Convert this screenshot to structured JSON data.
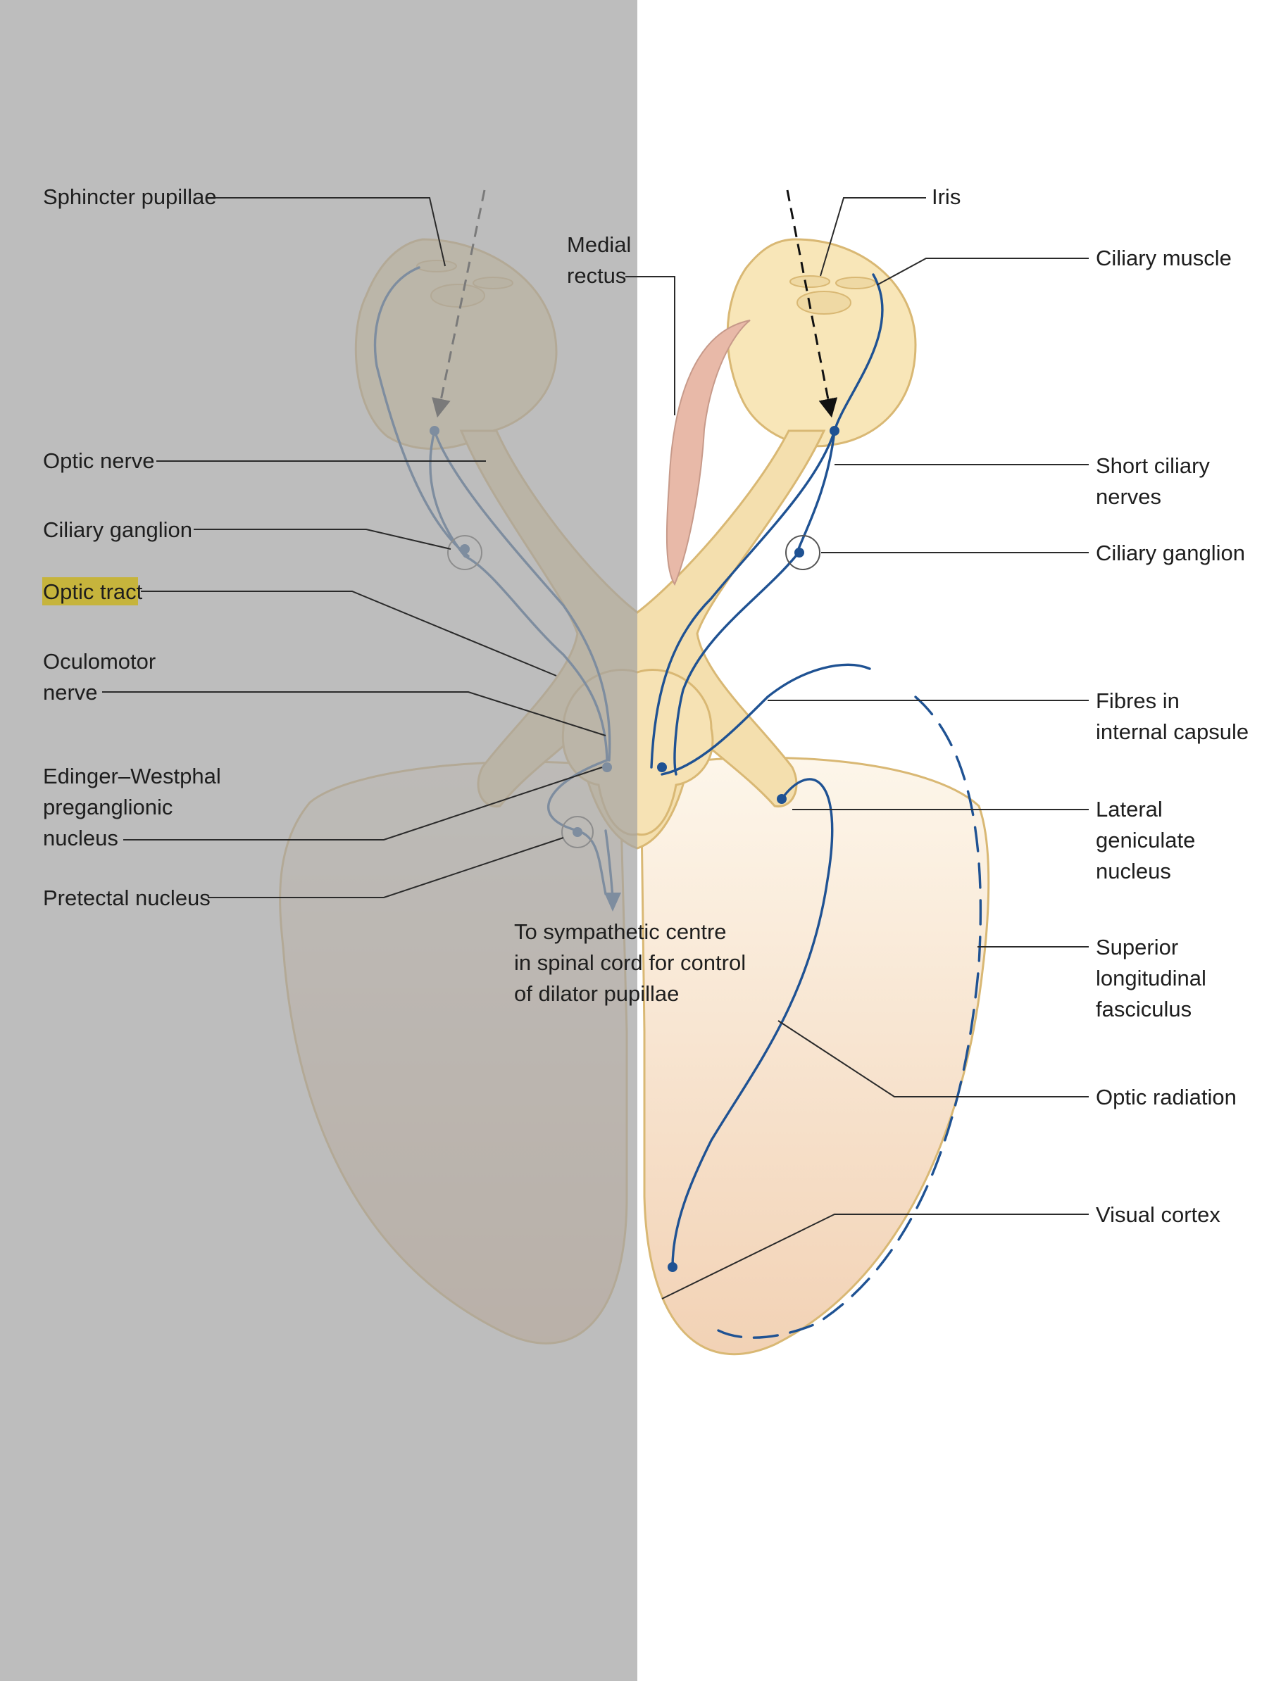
{
  "labels": {
    "sphincter_pupillae": "Sphincter pupillae",
    "medial_rectus_1": "Medial",
    "medial_rectus_2": "rectus",
    "iris": "Iris",
    "ciliary_muscle": "Ciliary muscle",
    "optic_nerve": "Optic nerve",
    "short_ciliary_nerves_1": "Short ciliary",
    "short_ciliary_nerves_2": "nerves",
    "ciliary_ganglion_left": "Ciliary ganglion",
    "ciliary_ganglion_right": "Ciliary ganglion",
    "optic_tract": "Optic tract",
    "oculomotor_nerve_1": "Oculomotor",
    "oculomotor_nerve_2": "nerve",
    "fibres_internal_capsule_1": "Fibres in",
    "fibres_internal_capsule_2": "internal capsule",
    "edinger_westphal_1": "Edinger–Westphal",
    "edinger_westphal_2": "preganglionic",
    "edinger_westphal_3": "nucleus",
    "lateral_geniculate_1": "Lateral",
    "lateral_geniculate_2": "geniculate",
    "lateral_geniculate_3": "nucleus",
    "pretectal_nucleus": "Pretectal nucleus",
    "superior_longitudinal_1": "Superior",
    "superior_longitudinal_2": "longitudinal",
    "superior_longitudinal_3": "fasciculus",
    "optic_radiation": "Optic radiation",
    "visual_cortex": "Visual cortex",
    "sympathetic_1": "To sympathetic centre",
    "sympathetic_2": "in spinal cord for control",
    "sympathetic_3": "of dilator pupillae"
  },
  "highlighted_label": "Optic tract",
  "colors": {
    "left_overlay": "#a3a3a3",
    "nerve": "#1f5293",
    "tissue": "#f8e6b8",
    "tissue_outline": "#d9b874",
    "muscle": "#e8b9a8",
    "highlight": "#c6b43c"
  }
}
